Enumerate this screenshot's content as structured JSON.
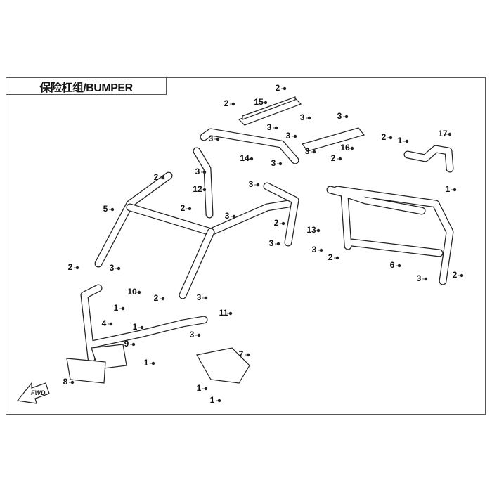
{
  "title": "保险杠组/BUMPER",
  "fwd_label": "FWD",
  "callouts": [
    "2",
    "15",
    "2",
    "3",
    "3",
    "3",
    "14",
    "3",
    "2",
    "3",
    "12",
    "5",
    "2",
    "3",
    "3",
    "17",
    "1",
    "2",
    "3",
    "16",
    "2",
    "3",
    "1",
    "3",
    "2",
    "13",
    "3",
    "3",
    "2",
    "6",
    "2",
    "3",
    "2",
    "3",
    "2",
    "3",
    "10",
    "1",
    "4",
    "1",
    "11",
    "3",
    "9",
    "1",
    "7",
    "8",
    "1",
    "1"
  ]
}
